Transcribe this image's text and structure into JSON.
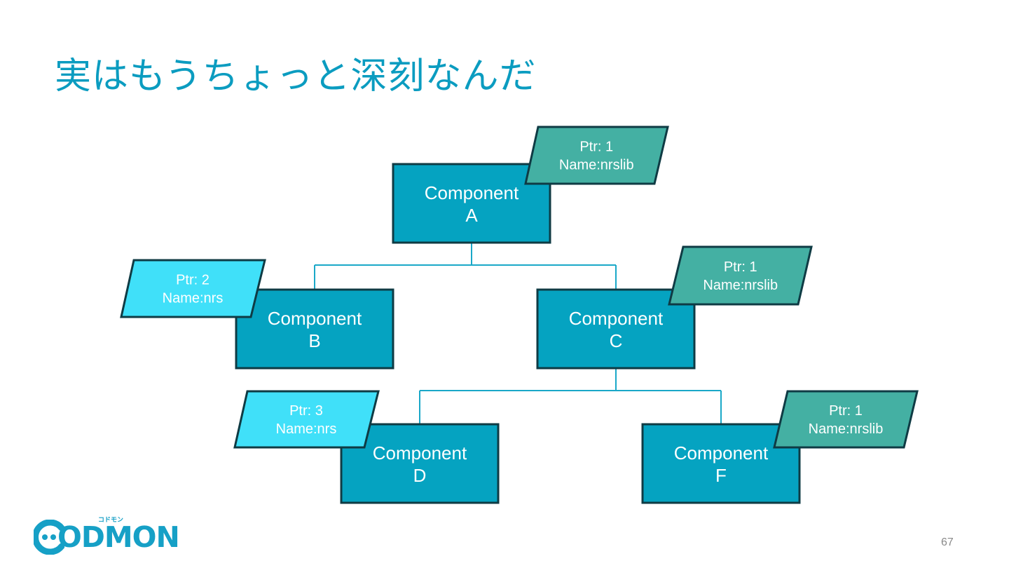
{
  "slide": {
    "title": "実はもうちょっと深刻なんだ",
    "page_number": "67"
  },
  "diagram": {
    "nodes": [
      {
        "id": "A",
        "line1": "Component",
        "line2": "A"
      },
      {
        "id": "B",
        "line1": "Component",
        "line2": "B"
      },
      {
        "id": "C",
        "line1": "Component",
        "line2": "C"
      },
      {
        "id": "D",
        "line1": "Component",
        "line2": "D"
      },
      {
        "id": "F",
        "line1": "Component",
        "line2": "F"
      }
    ],
    "tags": [
      {
        "node": "A",
        "ptr": "Ptr: 1",
        "name": "Name:nrslib",
        "kind": "nrslib"
      },
      {
        "node": "B",
        "ptr": "Ptr: 2",
        "name": "Name:nrs",
        "kind": "nrs"
      },
      {
        "node": "C",
        "ptr": "Ptr: 1",
        "name": "Name:nrslib",
        "kind": "nrslib"
      },
      {
        "node": "D",
        "ptr": "Ptr: 3",
        "name": "Name:nrs",
        "kind": "nrs"
      },
      {
        "node": "F",
        "ptr": "Ptr: 1",
        "name": "Name:nrslib",
        "kind": "nrslib"
      }
    ],
    "edges": [
      [
        "A",
        "B"
      ],
      [
        "A",
        "C"
      ],
      [
        "C",
        "D"
      ],
      [
        "C",
        "F"
      ]
    ],
    "colors": {
      "node_fill": "#05a3c1",
      "node_stroke": "#0f3b44",
      "nrslib_fill": "#44b0a3",
      "nrs_fill": "#40e0f9",
      "connector": "#1aa8c8"
    }
  },
  "logo": {
    "text": "ODMON",
    "kana": "コドモン",
    "alt": "CODMON logo"
  }
}
